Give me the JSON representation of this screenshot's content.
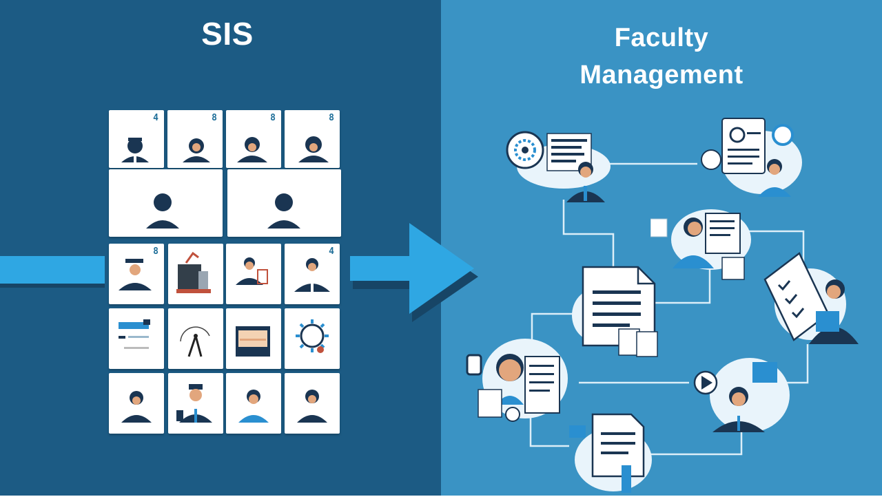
{
  "left_panel": {
    "title": "SIS",
    "background": "#1c5b84",
    "badges": [
      "4",
      "8",
      "8",
      "8",
      "8",
      "4"
    ]
  },
  "right_panel": {
    "title_line1": "Faculty",
    "title_line2": "Management",
    "background": "#3a93c4"
  },
  "colors": {
    "arrow": "#2fa7e3",
    "arrow_shadow": "#174566",
    "tile": "#ffffff",
    "person_dark": "#1a3552",
    "person_skin": "#e2a67d",
    "accent": "#2a8fd0",
    "connector": "#dceef8"
  },
  "icons": [
    "person-icon",
    "document-icon",
    "gear-icon",
    "tools-icon",
    "folder-icon",
    "checklist-icon",
    "play-icon"
  ]
}
